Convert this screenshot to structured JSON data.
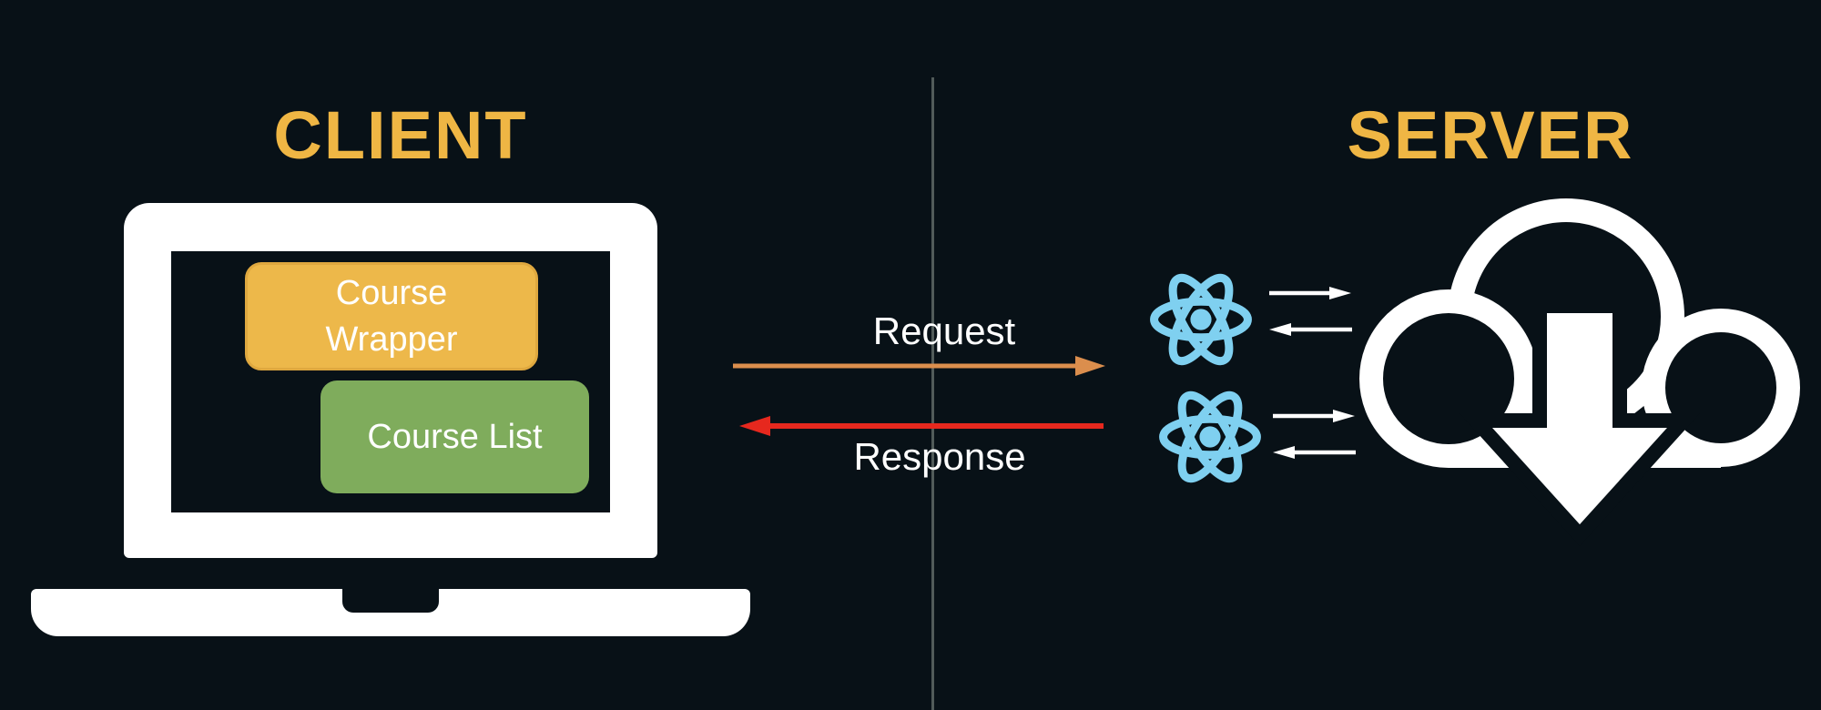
{
  "client": {
    "title": "CLIENT",
    "laptop": {
      "icon": "laptop-icon",
      "boxes": [
        {
          "label": "Course Wrapper",
          "color": "#EDB84A"
        },
        {
          "label": "Course List",
          "color": "#7FAC5C"
        }
      ]
    }
  },
  "flow": {
    "request_label": "Request",
    "response_label": "Response",
    "request_arrow_direction": "right",
    "response_arrow_direction": "left"
  },
  "server": {
    "title": "SERVER",
    "icons": [
      {
        "name": "react-icon"
      },
      {
        "name": "react-icon"
      },
      {
        "name": "cloud-download-icon"
      }
    ]
  },
  "colors": {
    "bg": "#081117",
    "gold": "#EFB644",
    "box_yellow": "#EDB84A",
    "box_yellow_border": "#DFA83F",
    "box_green": "#7FAC5C",
    "arrow_orange": "#DB8E4D",
    "arrow_red": "#E6281E",
    "react_blue": "#7FD0F0",
    "divider": "#515B59",
    "white": "#FFFFFF"
  }
}
